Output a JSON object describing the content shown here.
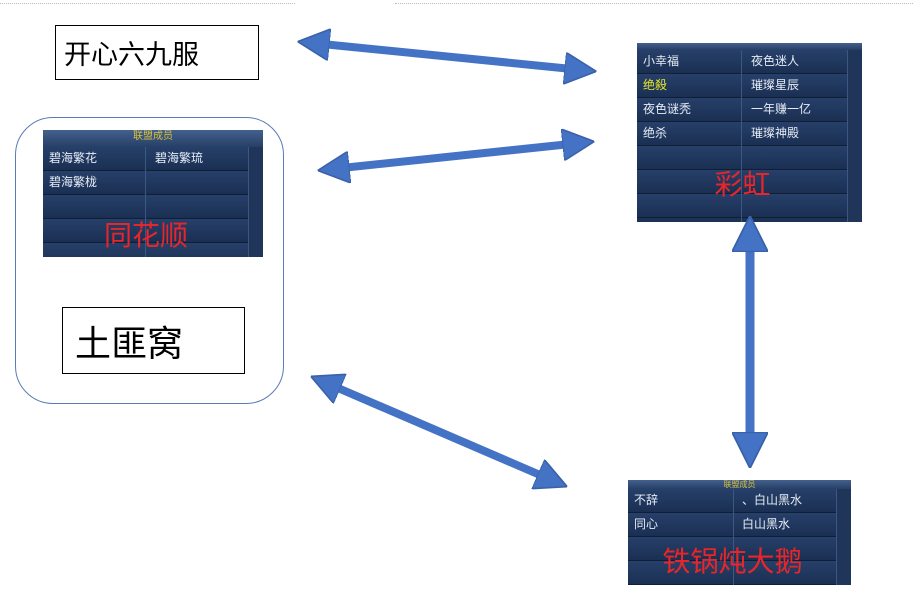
{
  "labels": {
    "server": "开心六九服",
    "group": "土匪窝"
  },
  "panels": {
    "tonghuashun": {
      "header": "联盟成员",
      "name": "同花顺",
      "rows": [
        [
          "碧海繁花",
          "碧海繁琉"
        ],
        [
          "碧海繁栊",
          ""
        ]
      ]
    },
    "caihong": {
      "name": "彩虹",
      "rows": [
        [
          "小幸福",
          "夜色迷人"
        ],
        [
          "绝殺",
          "璀璨星辰"
        ],
        [
          "夜色谜秃",
          "一年赚一亿"
        ],
        [
          "绝杀",
          "璀璨神殿"
        ]
      ]
    },
    "tieguo": {
      "header": "联盟成员",
      "name": "铁锅炖大鹅",
      "rows": [
        [
          "不辞",
          "、白山黑水"
        ],
        [
          "同心",
          "白山黑水"
        ]
      ]
    }
  },
  "colors": {
    "arrow": "#4472c4",
    "highlight": "#e5e52a",
    "name_red": "#e8262a"
  }
}
